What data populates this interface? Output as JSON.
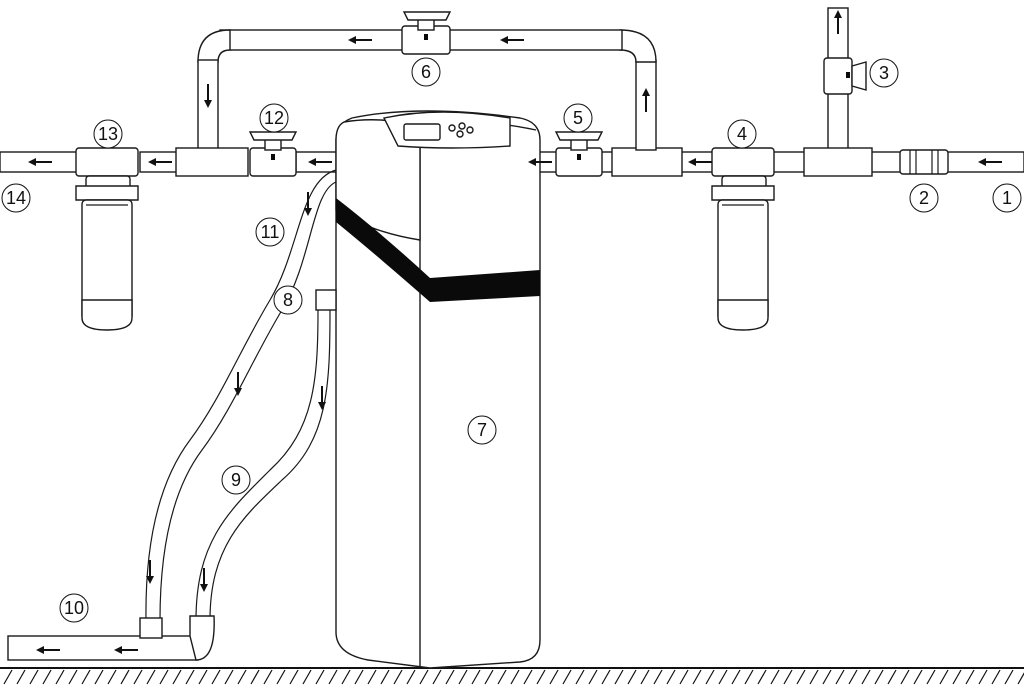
{
  "labels": {
    "l1": "1",
    "l2": "2",
    "l3": "3",
    "l4": "4",
    "l5": "5",
    "l6": "6",
    "l7": "7",
    "l8": "8",
    "l9": "9",
    "l10": "10",
    "l11": "11",
    "l12": "12",
    "l13": "13",
    "l14": "14"
  },
  "colors": {
    "line": "#1a1a1a",
    "band": "#0a0a0a",
    "fill": "#ffffff"
  }
}
